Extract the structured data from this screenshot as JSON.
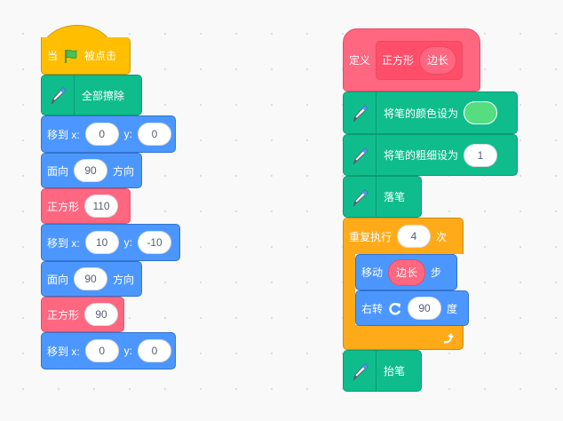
{
  "left_script": {
    "when_flag": {
      "before": "当",
      "after": "被点击"
    },
    "clear": "全部擦除",
    "goto1": {
      "label": "移到 x:",
      "x": "0",
      "y_label": "y:",
      "y": "0"
    },
    "point1": {
      "label": "面向",
      "value": "90",
      "suffix": "方向"
    },
    "square1": {
      "label": "正方形",
      "value": "110"
    },
    "goto2": {
      "label": "移到 x:",
      "x": "10",
      "y_label": "y:",
      "y": "-10"
    },
    "point2": {
      "label": "面向",
      "value": "90",
      "suffix": "方向"
    },
    "square2": {
      "label": "正方形",
      "value": "90"
    },
    "goto3": {
      "label": "移到 x:",
      "x": "0",
      "y_label": "y:",
      "y": "0"
    }
  },
  "right_script": {
    "define": {
      "label": "定义",
      "proc": "正方形",
      "param": "边长"
    },
    "set_color": {
      "label": "将笔的颜色设为",
      "color": "#55DD80"
    },
    "set_size": {
      "label": "将笔的粗细设为",
      "value": "1"
    },
    "pen_down": "落笔",
    "repeat": {
      "label": "重复执行",
      "value": "4",
      "suffix": "次"
    },
    "move": {
      "label": "移动",
      "param": "边长",
      "suffix": "步"
    },
    "turn": {
      "label": "右转",
      "value": "90",
      "suffix": "度"
    },
    "pen_up": "抬笔"
  }
}
